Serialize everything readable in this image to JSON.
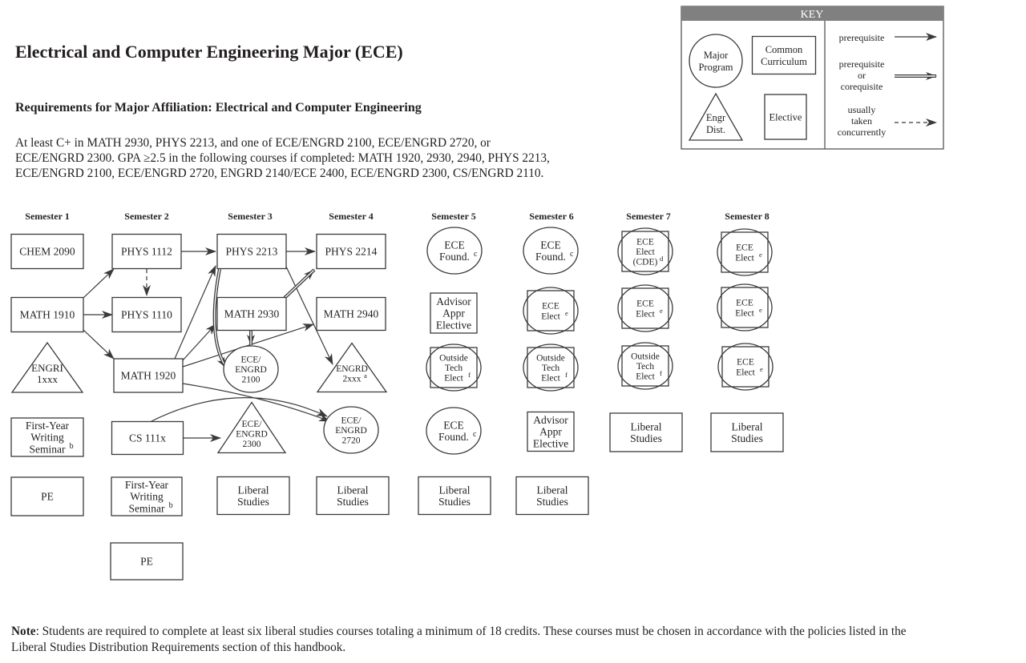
{
  "header": {
    "title": "Electrical and Computer Engineering Major (ECE)",
    "subtitle": "Requirements for Major Affiliation:  Electrical and Computer Engineering",
    "requirements": [
      "At least C+ in MATH 2930, PHYS 2213, and one of ECE/ENGRD 2100, ECE/ENGRD 2720, or",
      "ECE/ENGRD 2300. GPA ≥2.5 in the following courses if completed: MATH 1920, 2930, 2940, PHYS 2213,",
      "ECE/ENGRD 2100, ECE/ENGRD 2720, ENGRD 2140/ECE 2400, ECE/ENGRD 2300, CS/ENGRD 2110."
    ]
  },
  "key": {
    "title": "KEY",
    "shapes": [
      {
        "shape": "circle",
        "lines": [
          "Major",
          "Program"
        ]
      },
      {
        "shape": "rect",
        "lines": [
          "Common",
          "Curriculum"
        ]
      },
      {
        "shape": "triangle",
        "lines": [
          "Engr",
          "Dist."
        ]
      },
      {
        "shape": "square",
        "lines": [
          "Elective"
        ]
      }
    ],
    "arrows": [
      {
        "type": "single",
        "lines": [
          "prerequisite"
        ]
      },
      {
        "type": "double",
        "lines": [
          "prerequisite",
          "or",
          "corequisite"
        ]
      },
      {
        "type": "dashed",
        "lines": [
          "usually",
          "taken",
          "concurrently"
        ]
      }
    ]
  },
  "semesters": [
    {
      "label": "Semester 1",
      "courses": [
        {
          "id": "chem2090",
          "shape": "rect",
          "lines": [
            "CHEM 2090"
          ]
        },
        {
          "id": "math1910",
          "shape": "rect",
          "lines": [
            "MATH 1910"
          ]
        },
        {
          "id": "engri",
          "shape": "triangle",
          "lines": [
            "ENGRI",
            "1xxx"
          ]
        },
        {
          "id": "fws1",
          "shape": "rect",
          "lines": [
            "First-Year",
            "Writing",
            "Seminar"
          ],
          "sup": "b"
        },
        {
          "id": "pe1",
          "shape": "rect",
          "lines": [
            "PE"
          ]
        }
      ]
    },
    {
      "label": "Semester 2",
      "courses": [
        {
          "id": "phys1112",
          "shape": "rect",
          "lines": [
            "PHYS 1112"
          ]
        },
        {
          "id": "phys1110",
          "shape": "rect",
          "lines": [
            "PHYS 1110"
          ]
        },
        {
          "id": "math1920",
          "shape": "rect",
          "lines": [
            "MATH 1920"
          ]
        },
        {
          "id": "cs111x",
          "shape": "rect",
          "lines": [
            "CS 111x"
          ]
        },
        {
          "id": "fws2",
          "shape": "rect",
          "lines": [
            "First-Year",
            "Writing",
            "Seminar"
          ],
          "sup": "b"
        },
        {
          "id": "pe2",
          "shape": "rect",
          "lines": [
            "PE"
          ]
        }
      ]
    },
    {
      "label": "Semester 3",
      "courses": [
        {
          "id": "phys2213",
          "shape": "rect",
          "lines": [
            "PHYS 2213"
          ]
        },
        {
          "id": "math2930",
          "shape": "rect",
          "lines": [
            "MATH 2930"
          ]
        },
        {
          "id": "ece2100",
          "shape": "circle",
          "lines": [
            "ECE/",
            "ENGRD",
            "2100"
          ]
        },
        {
          "id": "ece2300",
          "shape": "triangle",
          "lines": [
            "ECE/",
            "ENGRD",
            "2300"
          ]
        },
        {
          "id": "lib3",
          "shape": "rect",
          "lines": [
            "Liberal",
            "Studies"
          ]
        }
      ]
    },
    {
      "label": "Semester 4",
      "courses": [
        {
          "id": "phys2214",
          "shape": "rect",
          "lines": [
            "PHYS 2214"
          ]
        },
        {
          "id": "math2940",
          "shape": "rect",
          "lines": [
            "MATH 2940"
          ]
        },
        {
          "id": "engrd2xxx",
          "shape": "triangle",
          "lines": [
            "ENGRD",
            "2xxx"
          ],
          "sup": "a"
        },
        {
          "id": "ece2720",
          "shape": "circle",
          "lines": [
            "ECE/",
            "ENGRD",
            "2720"
          ]
        },
        {
          "id": "lib4",
          "shape": "rect",
          "lines": [
            "Liberal",
            "Studies"
          ]
        }
      ]
    },
    {
      "label": "Semester 5",
      "courses": [
        {
          "id": "found5a",
          "shape": "circle",
          "lines": [
            "ECE",
            "Found."
          ],
          "sup": "c"
        },
        {
          "id": "adv5",
          "shape": "square",
          "lines": [
            "Advisor",
            "Appr",
            "Elective"
          ]
        },
        {
          "id": "ote5",
          "shape": "square-circle",
          "lines": [
            "Outside",
            "Tech",
            "Elect"
          ],
          "sup": "f"
        },
        {
          "id": "found5b",
          "shape": "circle",
          "lines": [
            "ECE",
            "Found."
          ],
          "sup": "c"
        },
        {
          "id": "lib5",
          "shape": "rect",
          "lines": [
            "Liberal",
            "Studies"
          ]
        }
      ]
    },
    {
      "label": "Semester 6",
      "courses": [
        {
          "id": "found6",
          "shape": "circle",
          "lines": [
            "ECE",
            "Found."
          ],
          "sup": "c"
        },
        {
          "id": "elect6",
          "shape": "square-circle",
          "lines": [
            "ECE",
            "Elect"
          ],
          "sup": "e"
        },
        {
          "id": "ote6",
          "shape": "square-circle",
          "lines": [
            "Outside",
            "Tech",
            "Elect"
          ],
          "sup": "f"
        },
        {
          "id": "adv6",
          "shape": "square",
          "lines": [
            "Advisor",
            "Appr",
            "Elective"
          ]
        },
        {
          "id": "lib6",
          "shape": "rect",
          "lines": [
            "Liberal",
            "Studies"
          ]
        }
      ]
    },
    {
      "label": "Semester 7",
      "courses": [
        {
          "id": "cde7",
          "shape": "square-circle",
          "lines": [
            "ECE",
            "Elect",
            "(CDE)"
          ],
          "sup": "d"
        },
        {
          "id": "elect7",
          "shape": "square-circle",
          "lines": [
            "ECE",
            "Elect"
          ],
          "sup": "e"
        },
        {
          "id": "ote7",
          "shape": "square-circle",
          "lines": [
            "Outside",
            "Tech",
            "Elect"
          ],
          "sup": "f"
        },
        {
          "id": "lib7",
          "shape": "rect",
          "lines": [
            "Liberal",
            "Studies"
          ]
        }
      ]
    },
    {
      "label": "Semester 8",
      "courses": [
        {
          "id": "elect8a",
          "shape": "square-circle",
          "lines": [
            "ECE",
            "Elect"
          ],
          "sup": "e"
        },
        {
          "id": "elect8b",
          "shape": "square-circle",
          "lines": [
            "ECE",
            "Elect"
          ],
          "sup": "e"
        },
        {
          "id": "elect8c",
          "shape": "square-circle",
          "lines": [
            "ECE",
            "Elect"
          ],
          "sup": "e"
        },
        {
          "id": "lib8",
          "shape": "rect",
          "lines": [
            "Liberal",
            "Studies"
          ]
        }
      ]
    }
  ],
  "edges": [
    {
      "from": "math1910",
      "to": "phys1112",
      "type": "single"
    },
    {
      "from": "math1910",
      "to": "phys1110",
      "type": "single"
    },
    {
      "from": "math1910",
      "to": "math1920",
      "type": "single"
    },
    {
      "from": "phys1112",
      "to": "phys1110",
      "type": "dashed"
    },
    {
      "from": "phys1112",
      "to": "phys2213",
      "type": "single"
    },
    {
      "from": "math1920",
      "to": "phys2213",
      "type": "single"
    },
    {
      "from": "math1920",
      "to": "math2930",
      "type": "single"
    },
    {
      "from": "math1920",
      "to": "math2940",
      "type": "single"
    },
    {
      "from": "math1920",
      "to": "ece2720",
      "type": "single"
    },
    {
      "from": "cs111x",
      "to": "ece2300",
      "type": "single"
    },
    {
      "from": "cs111x",
      "to": "ece2720",
      "type": "single"
    },
    {
      "from": "phys2213",
      "to": "phys2214",
      "type": "single"
    },
    {
      "from": "phys2213",
      "to": "engrd2xxx",
      "type": "single"
    },
    {
      "from": "phys2213",
      "to": "ece2100",
      "type": "double"
    },
    {
      "from": "math2930",
      "to": "ece2100",
      "type": "double"
    },
    {
      "from": "math2930",
      "to": "phys2214",
      "type": "double"
    }
  ],
  "note": {
    "label": "Note",
    "lines": [
      ": Students are required to complete at least six liberal studies courses totaling a minimum of 18 credits.  These courses must be chosen in accordance with the policies listed in the",
      "Liberal Studies Distribution Requirements section of this handbook."
    ]
  },
  "colors": {
    "ink": "#231f20",
    "key_header": "#808080",
    "stroke": "#3a3a3a"
  }
}
